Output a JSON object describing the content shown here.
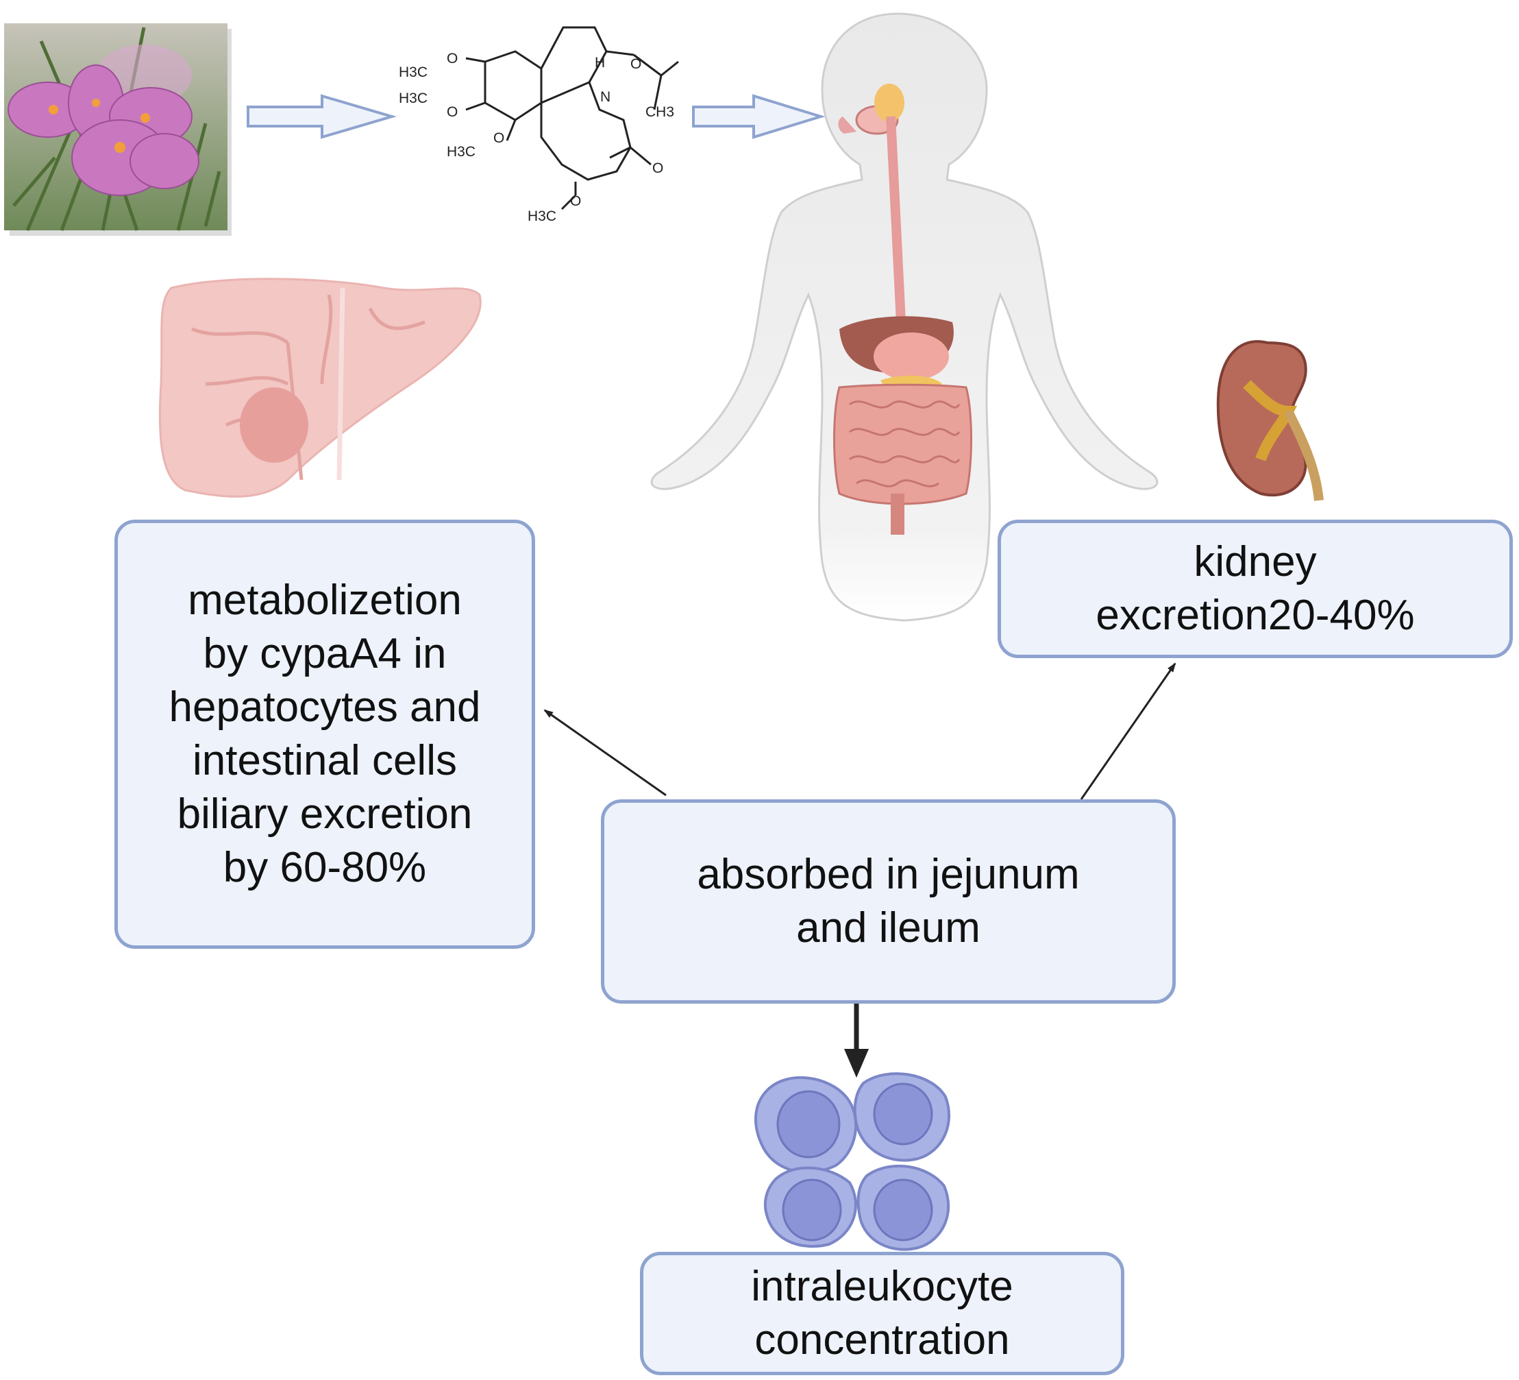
{
  "chem_labels": {
    "methoxy_1": "H3C",
    "methoxy_2": "H3C",
    "methoxy_3": "H3C",
    "methoxy_4": "H3C",
    "oxygen": "O",
    "hydrogen": "H",
    "nitrogen": "N",
    "methyl": "CH3"
  },
  "boxes": {
    "liver": {
      "lines": [
        "metabolizetion",
        "by cypaA4  in",
        "hepatocytes and",
        "intestinal cells",
        "biliary excretion",
        "by 60-80%"
      ]
    },
    "kidney": {
      "lines": [
        "kidney",
        "excretion20-40%"
      ]
    },
    "absorb": {
      "lines": [
        "absorbed in  jejunum",
        "and ileum"
      ]
    },
    "leuko": {
      "lines": [
        "intraleukocyte",
        "concentration"
      ]
    }
  },
  "colors": {
    "box_fill": "#edf2fb",
    "box_border": "#8ea3cf",
    "flower": "#c978c0",
    "liver": "#f2c7c4",
    "kidney": "#b86a5a",
    "leukocyte": "#a9b2e4",
    "arrow_outline": "#8ea3cf"
  },
  "icons": [
    "crocus-flower-photo",
    "colchicine-molecule",
    "human-body-digestive-system",
    "liver-icon",
    "kidney-icon",
    "leukocyte-cluster-icon"
  ]
}
